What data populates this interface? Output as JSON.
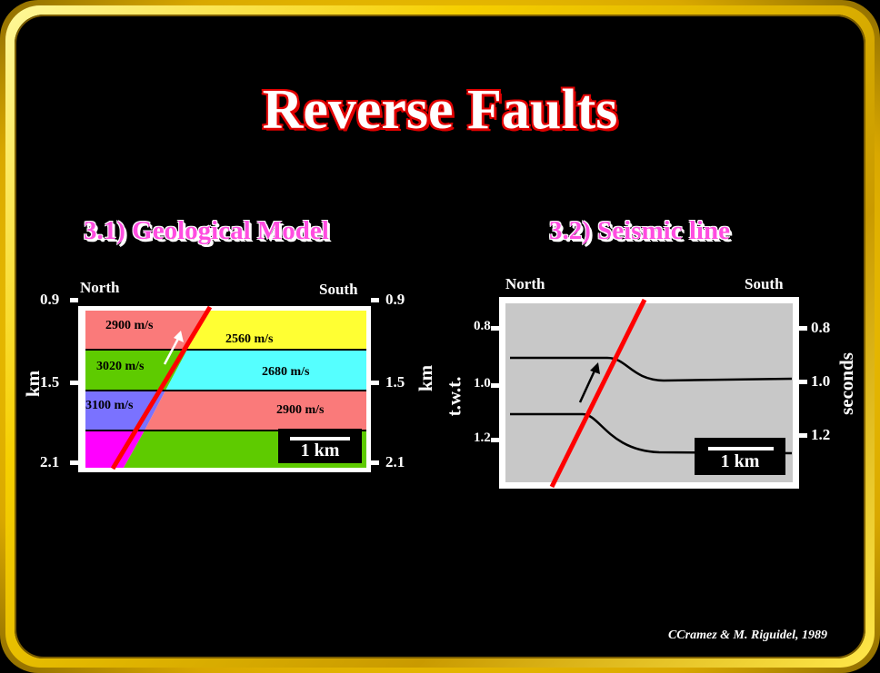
{
  "title": "Reverse Faults",
  "geological_model": {
    "subtitle": "3.1) Geological Model",
    "north": "North",
    "south": "South",
    "axis_label": "km",
    "ticks": [
      "0.9",
      "1.5",
      "2.1"
    ],
    "velocities": {
      "north_1": "2900 m/s",
      "north_2": "3020 m/s",
      "north_3": "3100 m/s",
      "south_1": "2560 m/s",
      "south_2": "2680 m/s",
      "south_3": "2900 m/s"
    },
    "scale": "1 km",
    "colors": {
      "red": "#fa7a7a",
      "green": "#5ecb00",
      "blue": "#7a72ff",
      "magenta": "#ff00ff",
      "yellow": "#ffff33",
      "cyan": "#55ffff",
      "fault": "#ff0000"
    }
  },
  "seismic_line": {
    "subtitle": "3.2) Seismic line",
    "north": "North",
    "south": "South",
    "left_axis_label": "t.w.t.",
    "right_axis_label": "seconds",
    "left_ticks": [
      "0.8",
      "1.0",
      "1.2"
    ],
    "right_ticks": [
      "0.8",
      "1.0",
      "1.2"
    ],
    "scale": "1 km",
    "colors": {
      "background": "#c8c8c8",
      "fault": "#ff0000"
    }
  },
  "credit": "CCramez & M. Riguidel, 1989"
}
